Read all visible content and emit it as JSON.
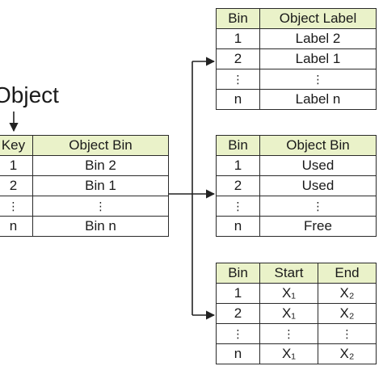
{
  "object_title": "Object",
  "object_table": {
    "headers": [
      "Key",
      "Object Bin"
    ],
    "rows": [
      [
        "1",
        "Bin 2"
      ],
      [
        "2",
        "Bin 1"
      ],
      [
        "⋮",
        "⋮"
      ],
      [
        "n",
        "Bin n"
      ]
    ]
  },
  "label_table": {
    "headers": [
      "Bin",
      "Object Label"
    ],
    "rows": [
      [
        "1",
        "Label 2"
      ],
      [
        "2",
        "Label 1"
      ],
      [
        "⋮",
        "⋮"
      ],
      [
        "n",
        "Label n"
      ]
    ]
  },
  "status_table": {
    "headers": [
      "Bin",
      "Object Bin"
    ],
    "rows": [
      [
        "1",
        "Used"
      ],
      [
        "2",
        "Used"
      ],
      [
        "⋮",
        "⋮"
      ],
      [
        "n",
        "Free"
      ]
    ]
  },
  "range_table": {
    "headers": [
      "Bin",
      "Start",
      "End"
    ],
    "rows": [
      [
        "1",
        "X₁",
        "X₂"
      ],
      [
        "2",
        "X₁",
        "X₂"
      ],
      [
        "⋮",
        "⋮",
        "⋮"
      ],
      [
        "n",
        "X₁",
        "X₂"
      ]
    ]
  }
}
